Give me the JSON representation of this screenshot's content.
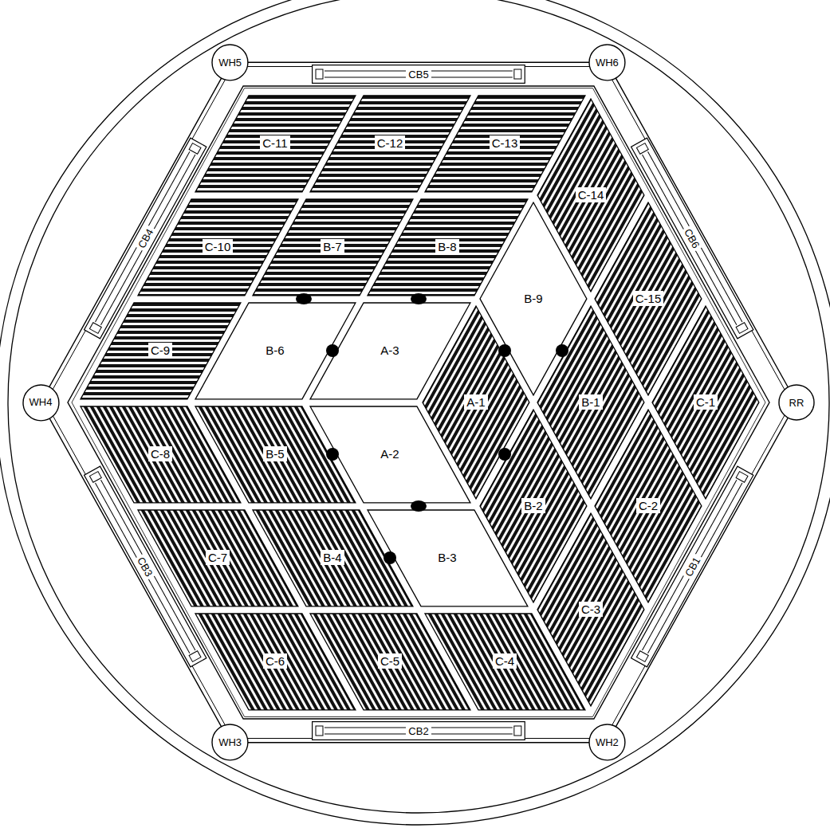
{
  "diagram": {
    "nodes": [
      {
        "text": [
          "WH5"
        ]
      },
      {
        "text": [
          "CB5"
        ]
      },
      {
        "text": [
          "WH6"
        ]
      },
      {
        "text": [
          "C-11"
        ]
      },
      {
        "text": [
          "C-12"
        ]
      },
      {
        "text": [
          "C-13"
        ]
      },
      {
        "text": [
          "CB4"
        ]
      },
      {
        "text": [
          "CB6"
        ]
      },
      {
        "text": [
          "C-10"
        ]
      },
      {
        "text": [
          "B-7"
        ]
      },
      {
        "text": [
          "B-8"
        ]
      },
      {
        "text": [
          "C-14"
        ]
      },
      {
        "text": [
          "B-6"
        ]
      },
      {
        "text": [
          "C-9"
        ]
      },
      {
        "text": [
          "A-3"
        ]
      },
      {
        "text": [
          "B-9"
        ]
      },
      {
        "text": [
          "C-15"
        ]
      },
      {
        "text": [
          "WH4"
        ]
      },
      {
        "text": [
          "RR"
        ]
      },
      {
        "text": [
          "C-1"
        ]
      },
      {
        "text": [
          "A-1"
        ]
      },
      {
        "text": [
          "C-8"
        ]
      },
      {
        "text": [
          "B-5"
        ]
      },
      {
        "text": [
          "A-2"
        ]
      },
      {
        "text": [
          "B-1"
        ]
      },
      {
        "text": [
          "C-7"
        ]
      },
      {
        "text": [
          "C-2"
        ]
      },
      {
        "text": [
          "B-4"
        ]
      },
      {
        "text": [
          "B-3"
        ]
      },
      {
        "text": [
          "B-2"
        ]
      },
      {
        "text": [
          "CB3"
        ]
      },
      {
        "text": [
          "CB1"
        ]
      },
      {
        "text": [
          "C-6"
        ]
      },
      {
        "text": [
          "C-3"
        ]
      },
      {
        "text": [
          "C-5"
        ]
      },
      {
        "text": [
          "C-4"
        ]
      },
      {
        "text": [
          "WH3"
        ]
      },
      {
        "text": [
          "CB2"
        ]
      },
      {
        "text": [
          "WH2"
        ]
      }
    ]
  }
}
